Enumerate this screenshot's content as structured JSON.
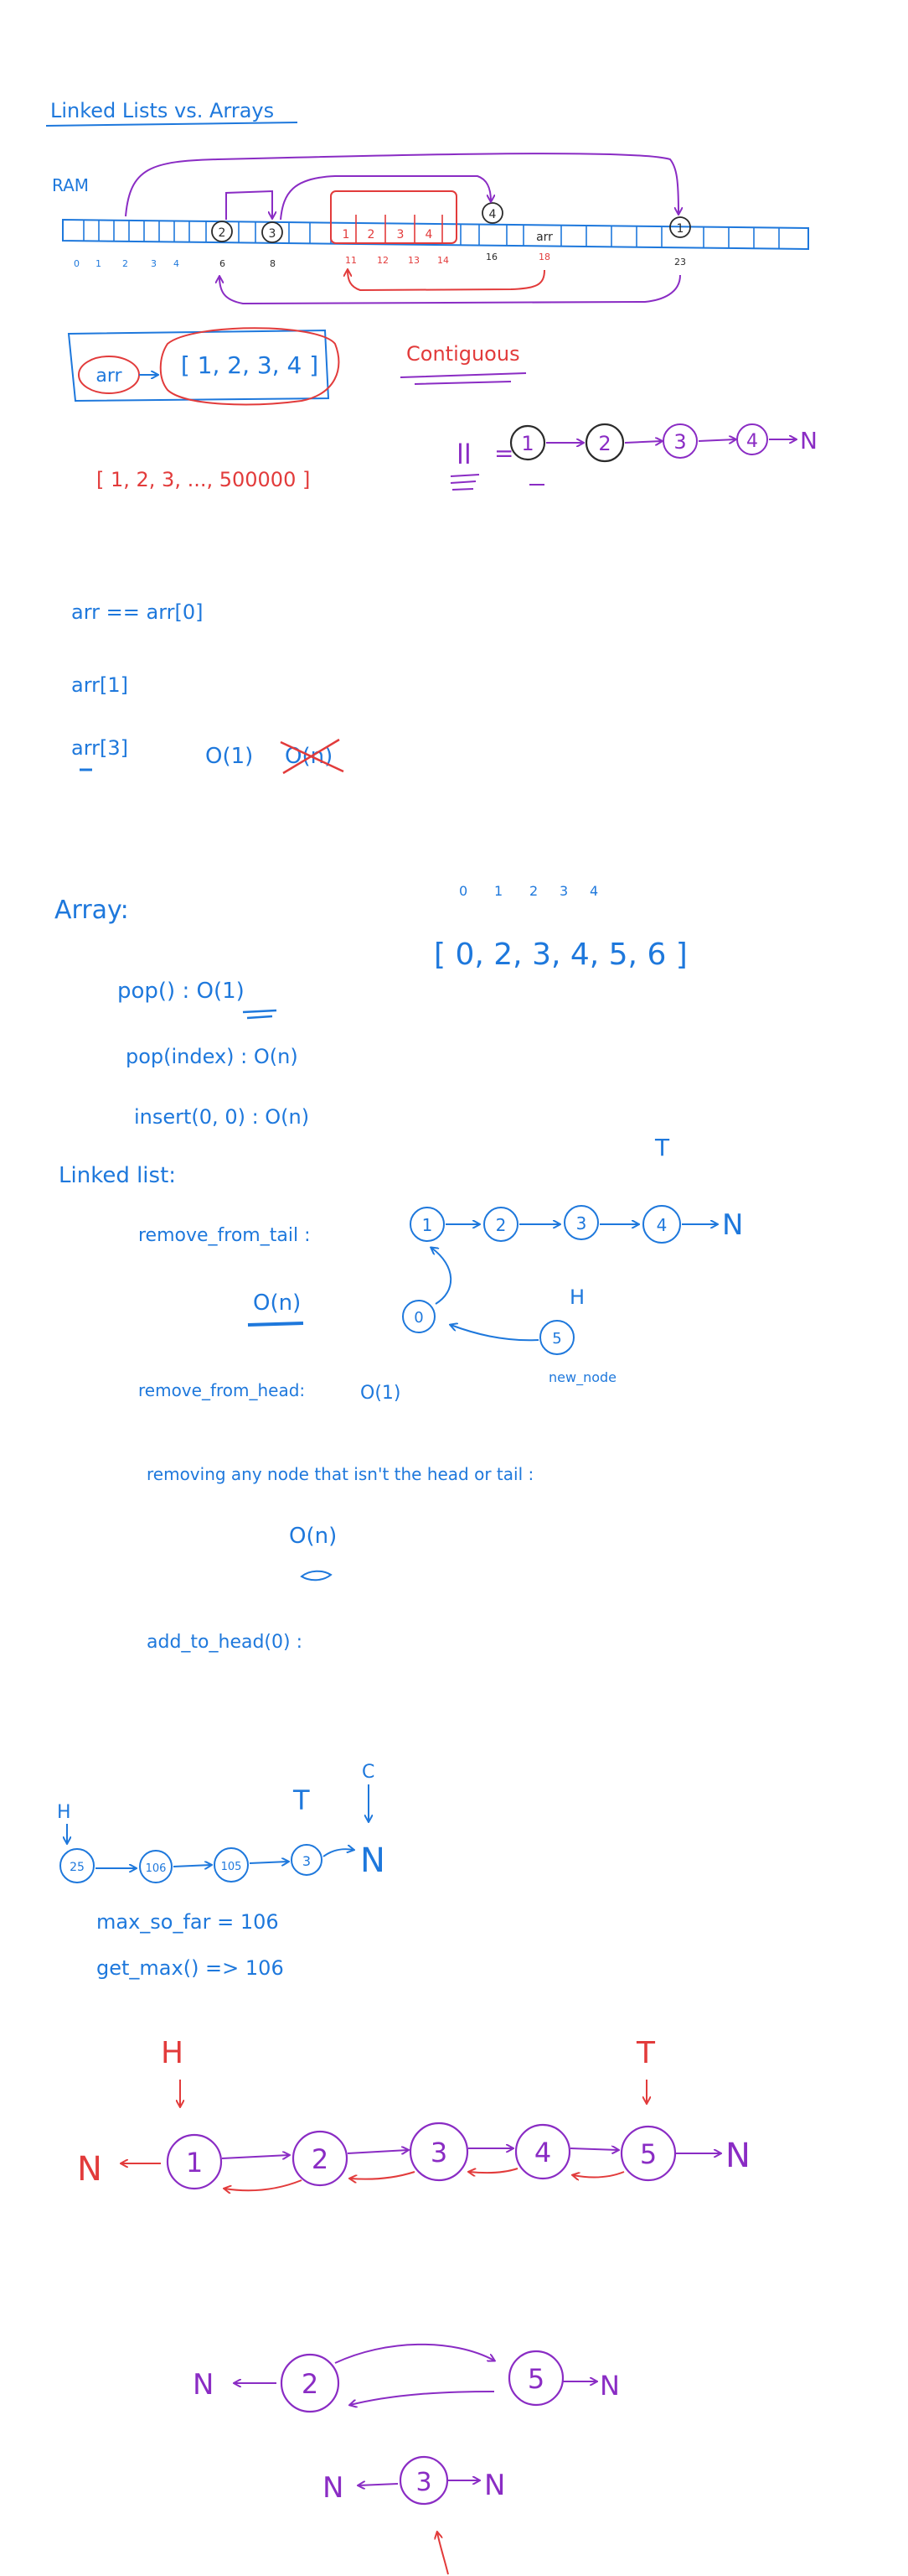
{
  "colors": {
    "blue": "#1e78dc",
    "purple": "#8a2cc4",
    "red": "#e23b3b",
    "pen": "#2b2b2b"
  },
  "title": "Linked Lists vs. Arrays",
  "ram": {
    "label": "RAM",
    "cells": [
      "2",
      "3",
      "1",
      "2",
      "3",
      "4",
      "4",
      "arr",
      "1"
    ],
    "addresses": [
      "0",
      "1",
      "2",
      "3",
      "4",
      "6",
      "8",
      "11",
      "12",
      "13",
      "14",
      "16",
      "18",
      "23"
    ]
  },
  "arr_box": {
    "name": "arr",
    "values": "[ 1, 2, 3, 4 ]"
  },
  "contiguous": "Contiguous",
  "linked_top": {
    "var": "ll",
    "nodes": [
      "1",
      "2",
      "3",
      "4"
    ],
    "end": "N"
  },
  "big_array": "[ 1, 2, 3, ..., 500000 ]",
  "access": {
    "line1": "arr == arr[0]",
    "line2": "arr[1]",
    "line3": "arr[3]",
    "o1": "O(1)",
    "on_crossed": "O(n)"
  },
  "array_ops": {
    "heading": "Array:",
    "pop": "pop() : O(1)",
    "pop_index": "pop(index) : O(n)",
    "insert": "insert(0, 0) : O(n)",
    "indices": [
      "0",
      "1",
      "2",
      "3",
      "4"
    ],
    "list": "[ 0, 2, 3, 4, 5, 6 ]"
  },
  "linked_ops": {
    "heading": "Linked list:",
    "remove_tail": "remove_from_tail :",
    "remove_tail_cost": "O(n)",
    "remove_head": "remove_from_head:",
    "remove_head_cost": "O(1)",
    "remove_middle": "removing any node that isn't the head or tail :",
    "remove_middle_cost": "O(n)",
    "add_head": "add_to_head(0) :",
    "diagram": {
      "nodes": [
        "1",
        "2",
        "3",
        "4"
      ],
      "end": "N",
      "tail_label": "T",
      "head_label": "H",
      "zero_node": "0",
      "new_node": "5",
      "new_node_label": "new_node"
    }
  },
  "max_list": {
    "head_label": "H",
    "tail_label": "T",
    "cur_label": "C",
    "nodes": [
      "25",
      "106",
      "105",
      "3"
    ],
    "end": "N",
    "max_so_far": "max_so_far = 106",
    "get_max": "get_max() => 106"
  },
  "doubly": {
    "head_label": "H",
    "tail_label": "T",
    "left_end": "N",
    "right_end": "N",
    "nodes": [
      "1",
      "2",
      "3",
      "4",
      "5"
    ]
  },
  "removal": {
    "left_end": "N",
    "left_node": "2",
    "right_node": "5",
    "right_end": "N",
    "iso_left": "N",
    "iso_node": "3",
    "iso_right": "N"
  }
}
